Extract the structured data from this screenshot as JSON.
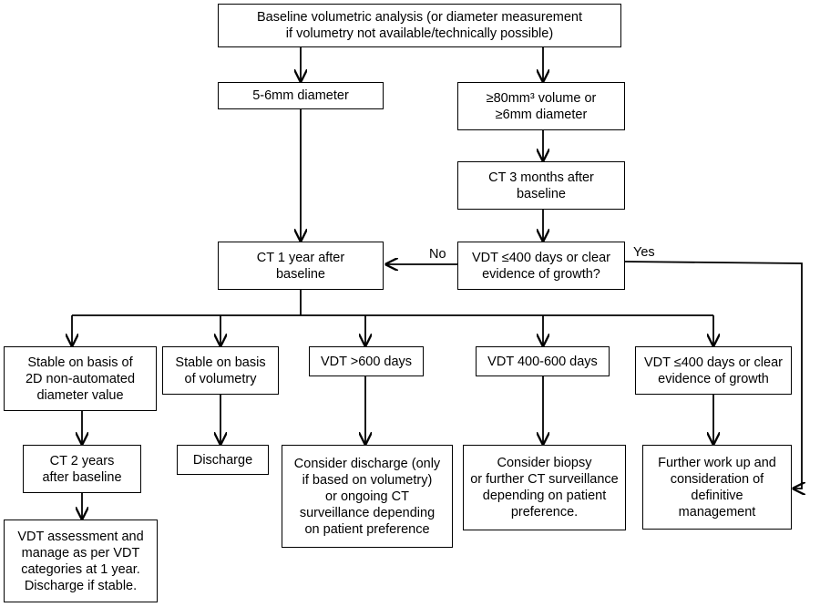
{
  "nodes": {
    "baseline": "Baseline volumetric analysis (or diameter measurement\nif volumetry not available/technically possible)",
    "small": "5-6mm diameter",
    "large": "≥80mm³ volume or\n≥6mm diameter",
    "ct3m": "CT 3 months after\nbaseline",
    "vdt_q": "VDT ≤400 days or clear\nevidence of growth?",
    "ct1y": "CT 1 year after\nbaseline",
    "stable2d": "Stable on basis of\n2D non-automated\ndiameter value",
    "stablevol": "Stable on basis\nof volumetry",
    "vdt600": "VDT >600 days",
    "vdt400_600": "VDT 400-600 days",
    "vdt400": "VDT ≤400 days or clear\nevidence of growth",
    "ct2y": "CT 2 years\nafter baseline",
    "discharge": "Discharge",
    "consider_discharge": "Consider discharge (only\nif based on volumetry)\nor ongoing CT\nsurveillance depending\non patient preference",
    "consider_biopsy": "Consider biopsy\nor further CT surveillance\ndepending on patient\npreference.",
    "workup": "Further work up and\nconsideration of\ndefinitive\nmanagement",
    "vdt_assess": "VDT assessment and\nmanage as per VDT\ncategories at 1 year.\nDischarge if stable."
  },
  "edge_labels": {
    "no": "No",
    "yes": "Yes"
  }
}
